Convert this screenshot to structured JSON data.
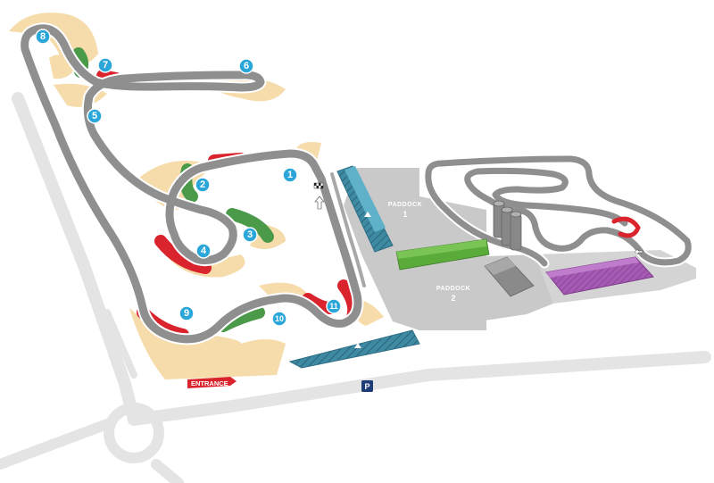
{
  "map": {
    "turns": [
      {
        "number": "1"
      },
      {
        "number": "2"
      },
      {
        "number": "3"
      },
      {
        "number": "4"
      },
      {
        "number": "5"
      },
      {
        "number": "6"
      },
      {
        "number": "7"
      },
      {
        "number": "8"
      },
      {
        "number": "9"
      },
      {
        "number": "10"
      },
      {
        "number": "11"
      }
    ],
    "paddocks": [
      {
        "label": "PADDOCK",
        "number": "1"
      },
      {
        "label": "PADDOCK",
        "number": "2"
      }
    ],
    "entrance_label": "ENTRANCE",
    "parking_label": "P",
    "icons": [
      "start-finish-flag-icon",
      "direction-arrow-icon",
      "parking-icon",
      "entrance-arrow-icon",
      "pit-building-icon"
    ],
    "colors": {
      "track": "#8f8f8f",
      "runoff": "#f5dcaa",
      "kerb_red": "#d9232d",
      "kerb_green": "#4a9a4a",
      "turn_marker": "#2aa6d9",
      "pit_building": "#2d6f86",
      "building_green": "#5aab3a",
      "building_purple": "#9a4ea8",
      "paddock_area": "#c9c9c9",
      "entrance_sign": "#d9232d",
      "parking_sign": "#1d3c78"
    }
  }
}
